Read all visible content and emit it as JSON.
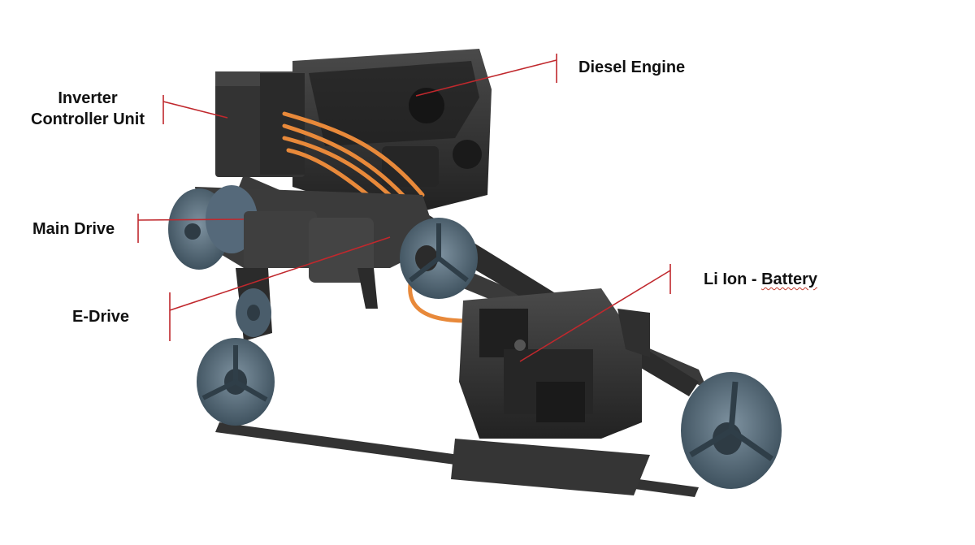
{
  "labels": {
    "inverter_line1": "Inverter",
    "inverter_line2": "Controller Unit",
    "diesel": "Diesel Engine",
    "main_drive": "Main Drive",
    "e_drive": "E-Drive",
    "battery_prefix": "Li Ion - ",
    "battery_word": "Battery"
  },
  "colors": {
    "leader": "#c0282d",
    "belt": "#3a3a3a",
    "pulley": "#4a5d6b",
    "cable": "#e8893a",
    "body": "#2f2f2f"
  }
}
